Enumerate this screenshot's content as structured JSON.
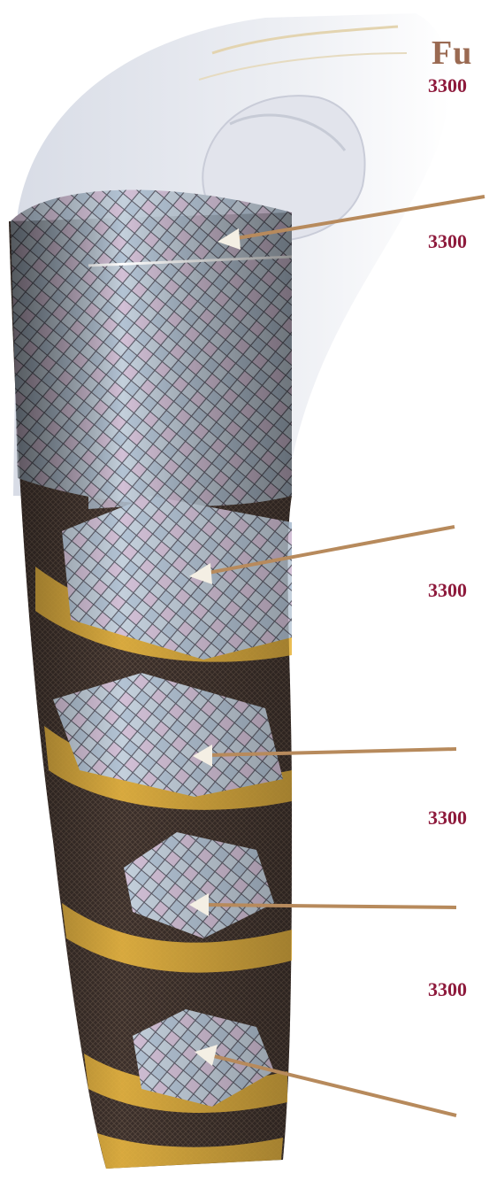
{
  "title": "Fu",
  "labels": [
    "3300",
    "3300",
    "3300",
    "3300",
    "3300"
  ],
  "colors": {
    "title": "#9a6a52",
    "label": "#8e1a3c",
    "arrow_line": "#b78a5c",
    "arrow_head": "#f4efe4",
    "band_gold": "#e8b640",
    "band_dark": "#3b2f2a",
    "tile_blue": "#b9c8d8",
    "tile_pink": "#d9b4cf"
  }
}
